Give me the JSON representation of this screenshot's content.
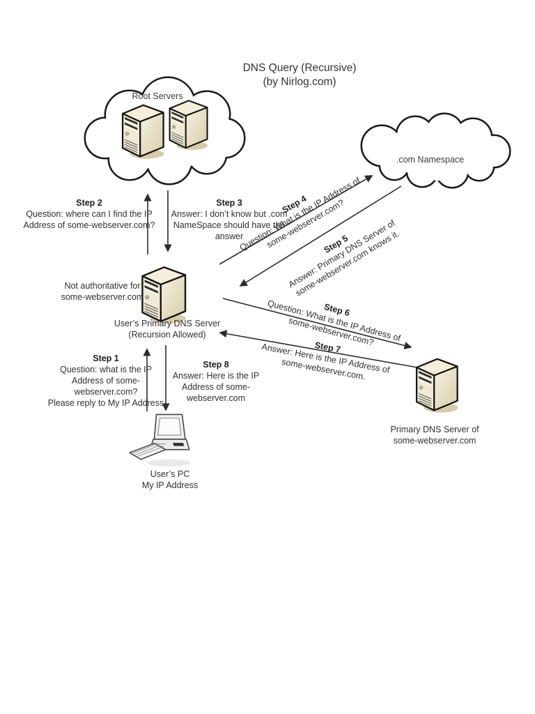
{
  "title": {
    "line1": "DNS Query (Recursive)",
    "line2": "(by Nirlog.com)"
  },
  "clouds": {
    "root_servers": {
      "label": "Root Servers"
    },
    "com_namespace": {
      "label": ".com Namespace"
    }
  },
  "nodes": {
    "primary_dns_server": {
      "note_lines": [
        "Not authoritative for",
        "some-webserver.com"
      ],
      "label_lines": [
        "User’s Primary DNS Server",
        "(Recursion Allowed)"
      ]
    },
    "users_pc": {
      "label_lines": [
        "User’s PC",
        "My IP Address"
      ]
    },
    "webserver_dns_server": {
      "label_lines": [
        "Primary DNS Server of",
        "some-webserver.com"
      ]
    }
  },
  "steps": {
    "step1": {
      "title": "Step 1",
      "lines": [
        "Question: what is the IP",
        "Address of some-",
        "webserver.com?",
        "Please reply to My IP Address"
      ]
    },
    "step2": {
      "title": "Step 2",
      "lines": [
        "Question: where can I find the IP",
        "Address of some-webserver.com?"
      ]
    },
    "step3": {
      "title": "Step 3",
      "lines": [
        "Answer: I don’t know but .com",
        "NameSpace should have the",
        "answer"
      ]
    },
    "step4": {
      "title": "Step 4",
      "lines": [
        "Question: What is the IP Address of",
        "some-webserver.com?"
      ]
    },
    "step5": {
      "title": "Step 5",
      "lines": [
        "Answer: Primary DNS Server of",
        "some-webserver.com knows it."
      ]
    },
    "step6": {
      "title": "Step 6",
      "lines": [
        "Question: What is the IP Address of",
        "some-webserver.com?"
      ]
    },
    "step7": {
      "title": "Step 7",
      "lines": [
        "Answer: Here is the IP Address of",
        "some-webserver.com."
      ]
    },
    "step8": {
      "title": "Step 8",
      "lines": [
        "Answer: Here is the IP",
        "Address of some-",
        "webserver.com"
      ]
    }
  },
  "colors": {
    "server_front": "#f0e9d6",
    "server_side_light": "#f7f2e2",
    "server_side_dark": "#d7cba8",
    "server_top": "#f4eeda",
    "server_shadow": "#d8cbaa",
    "outline": "#141414",
    "arrow": "#2b2b2b",
    "text": "#2f2f2f"
  }
}
